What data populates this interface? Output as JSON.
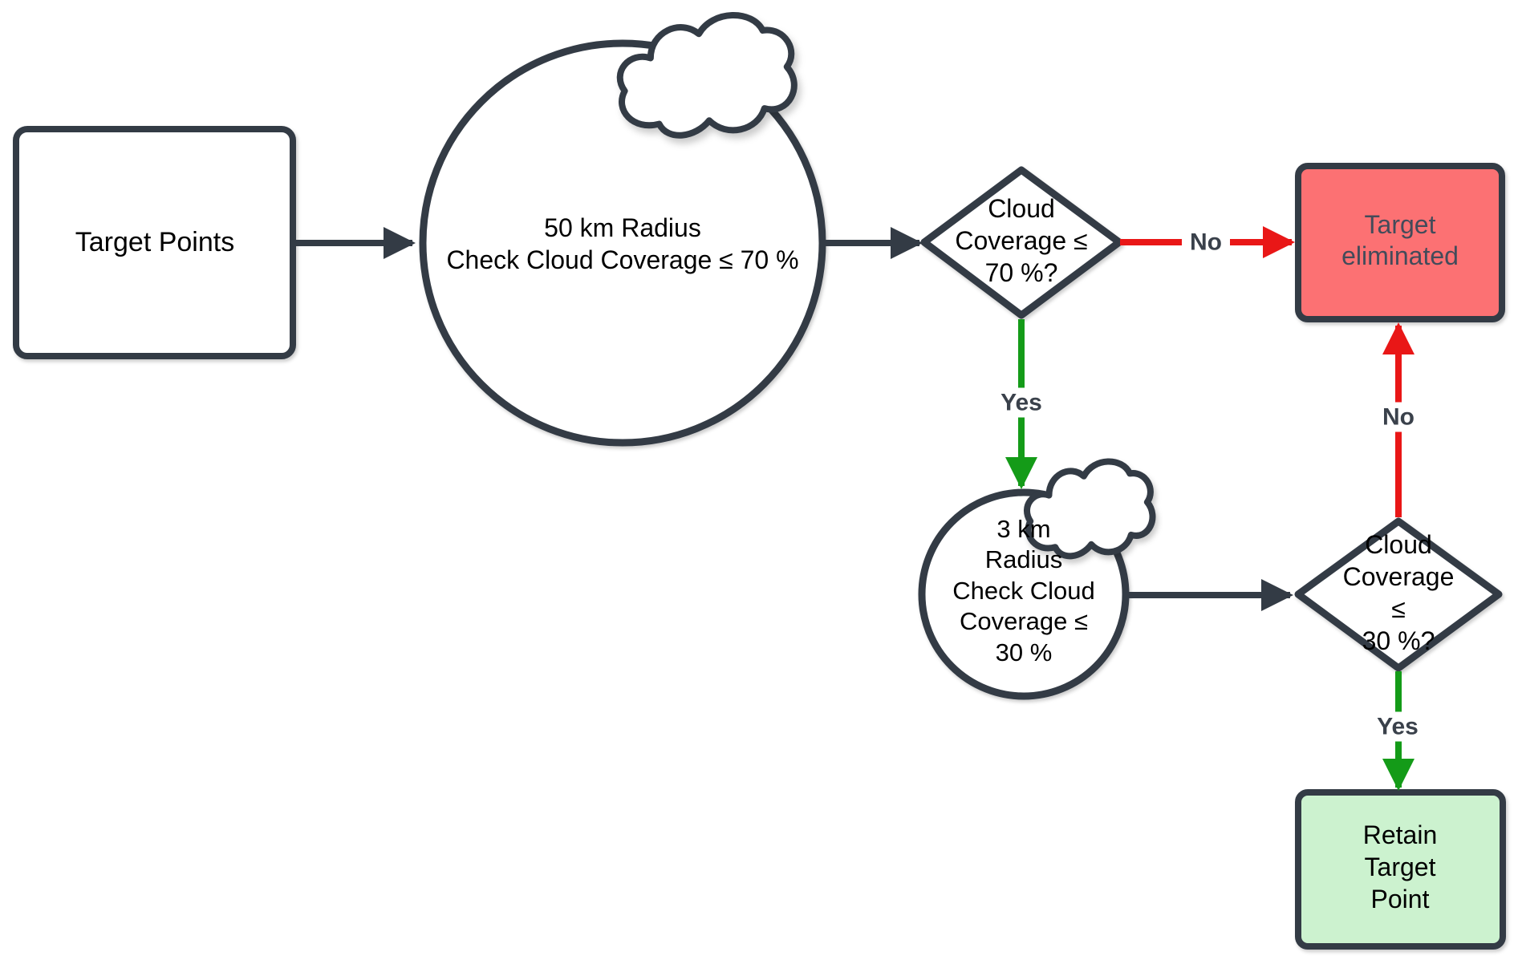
{
  "colors": {
    "outline": "#333b45",
    "node_text": "#000000",
    "red_fill": "#fc7173",
    "green_fill": "#ccf2cf",
    "red_line": "#e91717",
    "green_line": "#149b18",
    "label_text": "#3a414b",
    "red_box_text": "#434b5a",
    "bg": "#ffffff"
  },
  "nodes": {
    "target_points": {
      "shape": "rectangle",
      "label": "Target Points"
    },
    "check_50km": {
      "shape": "circle-with-cloud",
      "label": "50 km Radius\nCheck Cloud Coverage ≤ 70 %"
    },
    "decision_70": {
      "shape": "diamond",
      "label": "Cloud\nCoverage ≤\n70 %?"
    },
    "target_eliminated": {
      "shape": "rectangle",
      "fill": "#fc7173",
      "label": "Target\neliminated"
    },
    "check_3km": {
      "shape": "circle-with-cloud",
      "label": "3 km\nRadius\nCheck Cloud\nCoverage ≤\n30 %"
    },
    "decision_30": {
      "shape": "diamond",
      "label": "Cloud\nCoverage ≤\n30 %?"
    },
    "retain_target": {
      "shape": "rectangle",
      "fill": "#ccf2cf",
      "label": "Retain Target\nPoint"
    }
  },
  "edges": {
    "start_to_check50": {
      "from": "target_points",
      "to": "check_50km",
      "color": "dark",
      "label": ""
    },
    "check50_to_decision70": {
      "from": "check_50km",
      "to": "decision_70",
      "color": "dark",
      "label": ""
    },
    "decision70_no": {
      "from": "decision_70",
      "to": "target_eliminated",
      "color": "red",
      "label": "No"
    },
    "decision70_yes": {
      "from": "decision_70",
      "to": "check_3km",
      "color": "green",
      "label": "Yes"
    },
    "check3_to_decision30": {
      "from": "check_3km",
      "to": "decision_30",
      "color": "dark",
      "label": ""
    },
    "decision30_no": {
      "from": "decision_30",
      "to": "target_eliminated",
      "color": "red",
      "label": "No"
    },
    "decision30_yes": {
      "from": "decision_30",
      "to": "retain_target",
      "color": "green",
      "label": "Yes"
    }
  }
}
